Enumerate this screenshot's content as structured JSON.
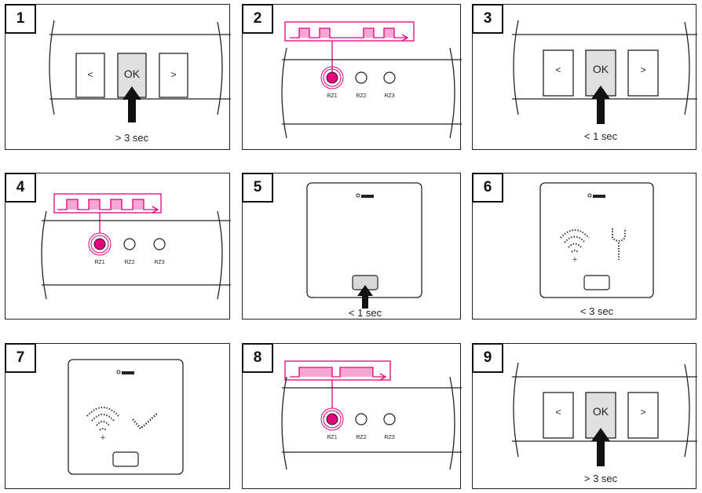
{
  "accent_color": "#e6007e",
  "panels": [
    {
      "number": "1",
      "kind": "buttons",
      "press": "ok",
      "caption": "> 3 sec"
    },
    {
      "number": "2",
      "kind": "leds",
      "signal": "short",
      "leds": [
        "RZ1",
        "RZ2",
        "RZ3"
      ]
    },
    {
      "number": "3",
      "kind": "buttons",
      "press": "ok",
      "caption": "< 1 sec"
    },
    {
      "number": "4",
      "kind": "leds",
      "signal": "regular",
      "leds": [
        "RZ1",
        "RZ2",
        "RZ3"
      ]
    },
    {
      "number": "5",
      "kind": "device",
      "display": "blank",
      "caption": "< 1 sec"
    },
    {
      "number": "6",
      "kind": "device",
      "display": "wifi-wrench",
      "caption": "< 3 sec"
    },
    {
      "number": "7",
      "kind": "device",
      "display": "wifi-check",
      "caption": ""
    },
    {
      "number": "8",
      "kind": "leds",
      "signal": "long",
      "leds": [
        "RZ1",
        "RZ2",
        "RZ3"
      ]
    },
    {
      "number": "9",
      "kind": "buttons",
      "press": "ok",
      "caption": "> 3 sec"
    }
  ],
  "buttons": {
    "left": "<",
    "ok": "OK",
    "right": ">"
  }
}
